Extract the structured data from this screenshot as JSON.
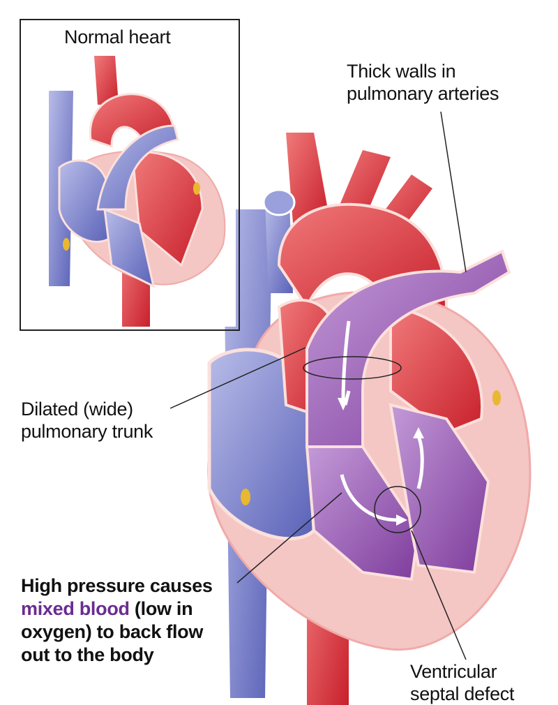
{
  "inset": {
    "title": "Normal heart"
  },
  "labels": {
    "thick_walls": [
      "Thick walls in",
      "pulmonary arteries"
    ],
    "dilated_trunk": [
      "Dilated (wide)",
      "pulmonary trunk"
    ],
    "high_pressure": {
      "line1": "High pressure causes",
      "highlight": "mixed blood",
      "line2_rest": " (low in",
      "line3": "oxygen) to back flow",
      "line4": "out to the body"
    },
    "vsd": [
      "Ventricular",
      "septal defect"
    ]
  },
  "colors": {
    "oxygenated": "#d8323a",
    "deoxygenated": "#7a7fc8",
    "mixed": "#9a5bb0",
    "muscle": "#f4c6c4",
    "highlight_text": "#6a2c91"
  }
}
